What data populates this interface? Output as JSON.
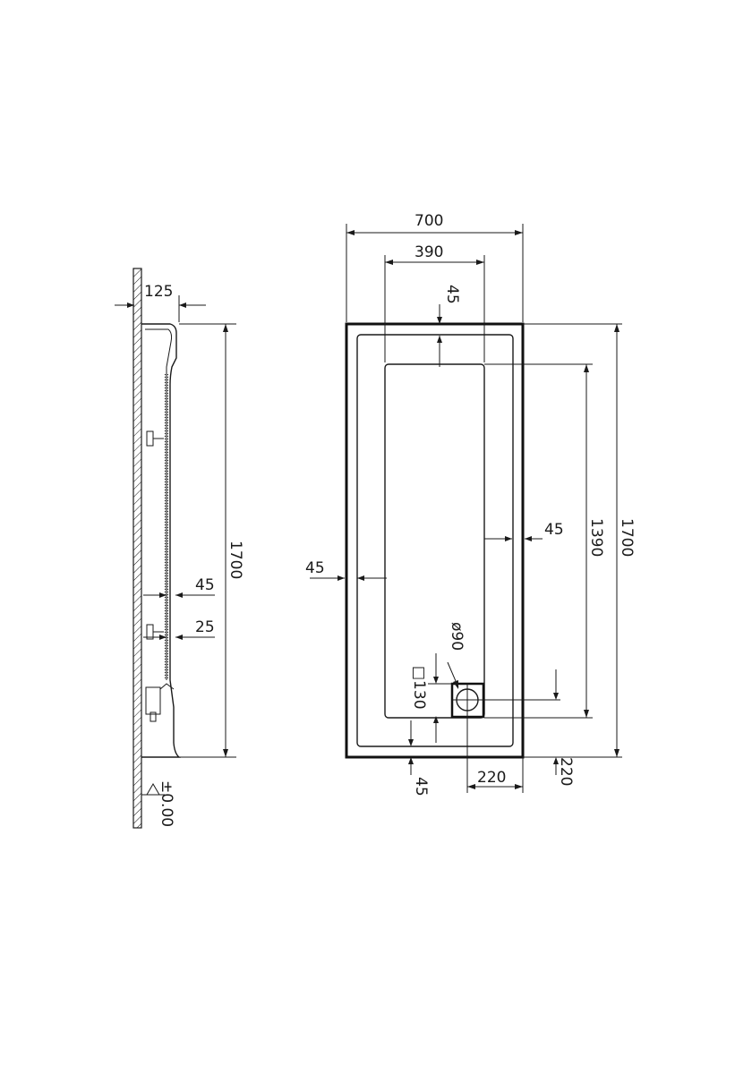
{
  "side_view": {
    "dim_overhang": "125",
    "dim_length": "1700",
    "dim_upper": "45",
    "dim_lower": "25",
    "level": "±0.00"
  },
  "plan_view": {
    "dim_width": "700",
    "dim_inner_width": "390",
    "dim_top_rim": "45",
    "dim_right_rim": "45",
    "dim_left_rim": "45",
    "dim_inner_length": "1390",
    "dim_length": "1700",
    "dim_drain_dia": "ø90",
    "dim_drain_square": "□130",
    "dim_bottom_rim": "45",
    "dim_drain_x": "220",
    "dim_drain_y": "220"
  }
}
